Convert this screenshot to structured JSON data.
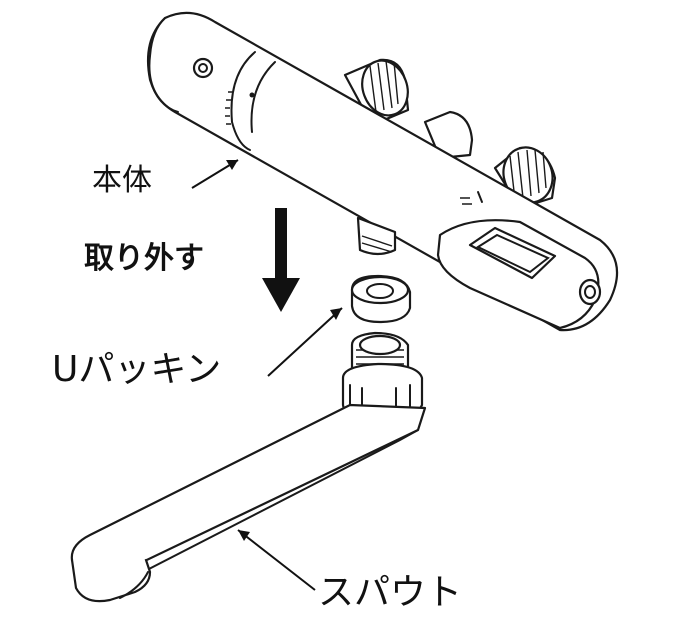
{
  "labels": {
    "body": "本体",
    "remove": "取り外す",
    "u_packing": "Uパッキン",
    "spout": "スパウト"
  },
  "icons": {
    "direction_arrow": "down-arrow-icon"
  },
  "colors": {
    "ink": "#1a1a1a",
    "background": "#ffffff"
  }
}
